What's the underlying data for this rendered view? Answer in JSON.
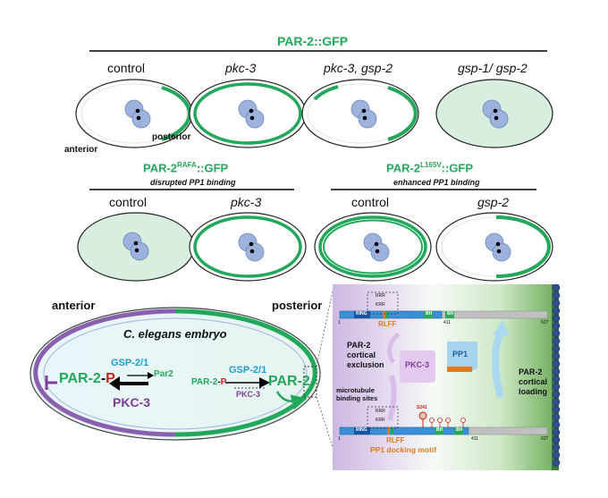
{
  "top_section": {
    "title": "PAR-2::GFP",
    "embryos": [
      {
        "label": "control",
        "italic": false
      },
      {
        "label": "pkc-3",
        "italic": true
      },
      {
        "label": "pkc-3, gsp-2",
        "italic": true
      },
      {
        "label": "gsp-1/ gsp-2",
        "italic": true
      }
    ],
    "axis_anterior": "anterior",
    "axis_posterior": "posterior"
  },
  "mid_left": {
    "title_main": "PAR-2",
    "title_sup": "RAFA",
    "title_suffix": "::GFP",
    "subtitle": "disrupted PP1 binding",
    "embryos": [
      {
        "label": "control"
      },
      {
        "label": "pkc-3"
      }
    ]
  },
  "mid_right": {
    "title_main": "PAR-2",
    "title_sup": "L165V",
    "title_suffix": "::GFP",
    "subtitle": "enhanced PP1 binding",
    "embryos": [
      {
        "label": "control"
      },
      {
        "label": "gsp-2"
      }
    ]
  },
  "bottom_left": {
    "anterior": "anterior",
    "posterior": "posterior",
    "embryo_title": "C. elegans embryo",
    "par2p_main": "PAR-2",
    "par2p_dash": "-",
    "par2p_p": "P",
    "gsp_left": "GSP-2/1",
    "par2_small": "Par2",
    "pkc3_left": "PKC-3",
    "par2p_small_main": "PAR-2",
    "par2p_small_dash": "-",
    "par2p_small_p": "P",
    "gsp_right": "GSP-2/1",
    "pkc3_small": "PKC-3",
    "par2_right": "PAR-2"
  },
  "bottom_right": {
    "top_bar": {
      "ring": "RING",
      "bh1": "BH",
      "bh2": "BH",
      "rrr": "RRR",
      "krr": "KRR",
      "rlff": "RLFF",
      "num_start": "1",
      "num_mid": "411",
      "num_end": "627"
    },
    "exclusion_label": [
      "PAR-2",
      "cortical",
      "exclusion"
    ],
    "pkc3": "PKC-3",
    "pp1": "PP1",
    "loading_label": [
      "PAR-2",
      "cortical",
      "loading"
    ],
    "microtubule_label": [
      "microtubule",
      "binding sites"
    ],
    "bottom_bar": {
      "ring": "RING",
      "bh1": "BH",
      "bh2": "BH",
      "rrr": "RRR",
      "krr": "KRR",
      "rlff": "RLFF",
      "s241": "S241",
      "num_start": "1",
      "num_mid": "411",
      "num_end": "627",
      "docking": "PP1 docking motif"
    }
  },
  "colors": {
    "green": "#22a85a",
    "purple": "#7b3f98",
    "blue_nucleus": "#9db3de",
    "cyan": "#1a9fd8",
    "red": "#c0241b",
    "orange": "#e07b1e"
  }
}
